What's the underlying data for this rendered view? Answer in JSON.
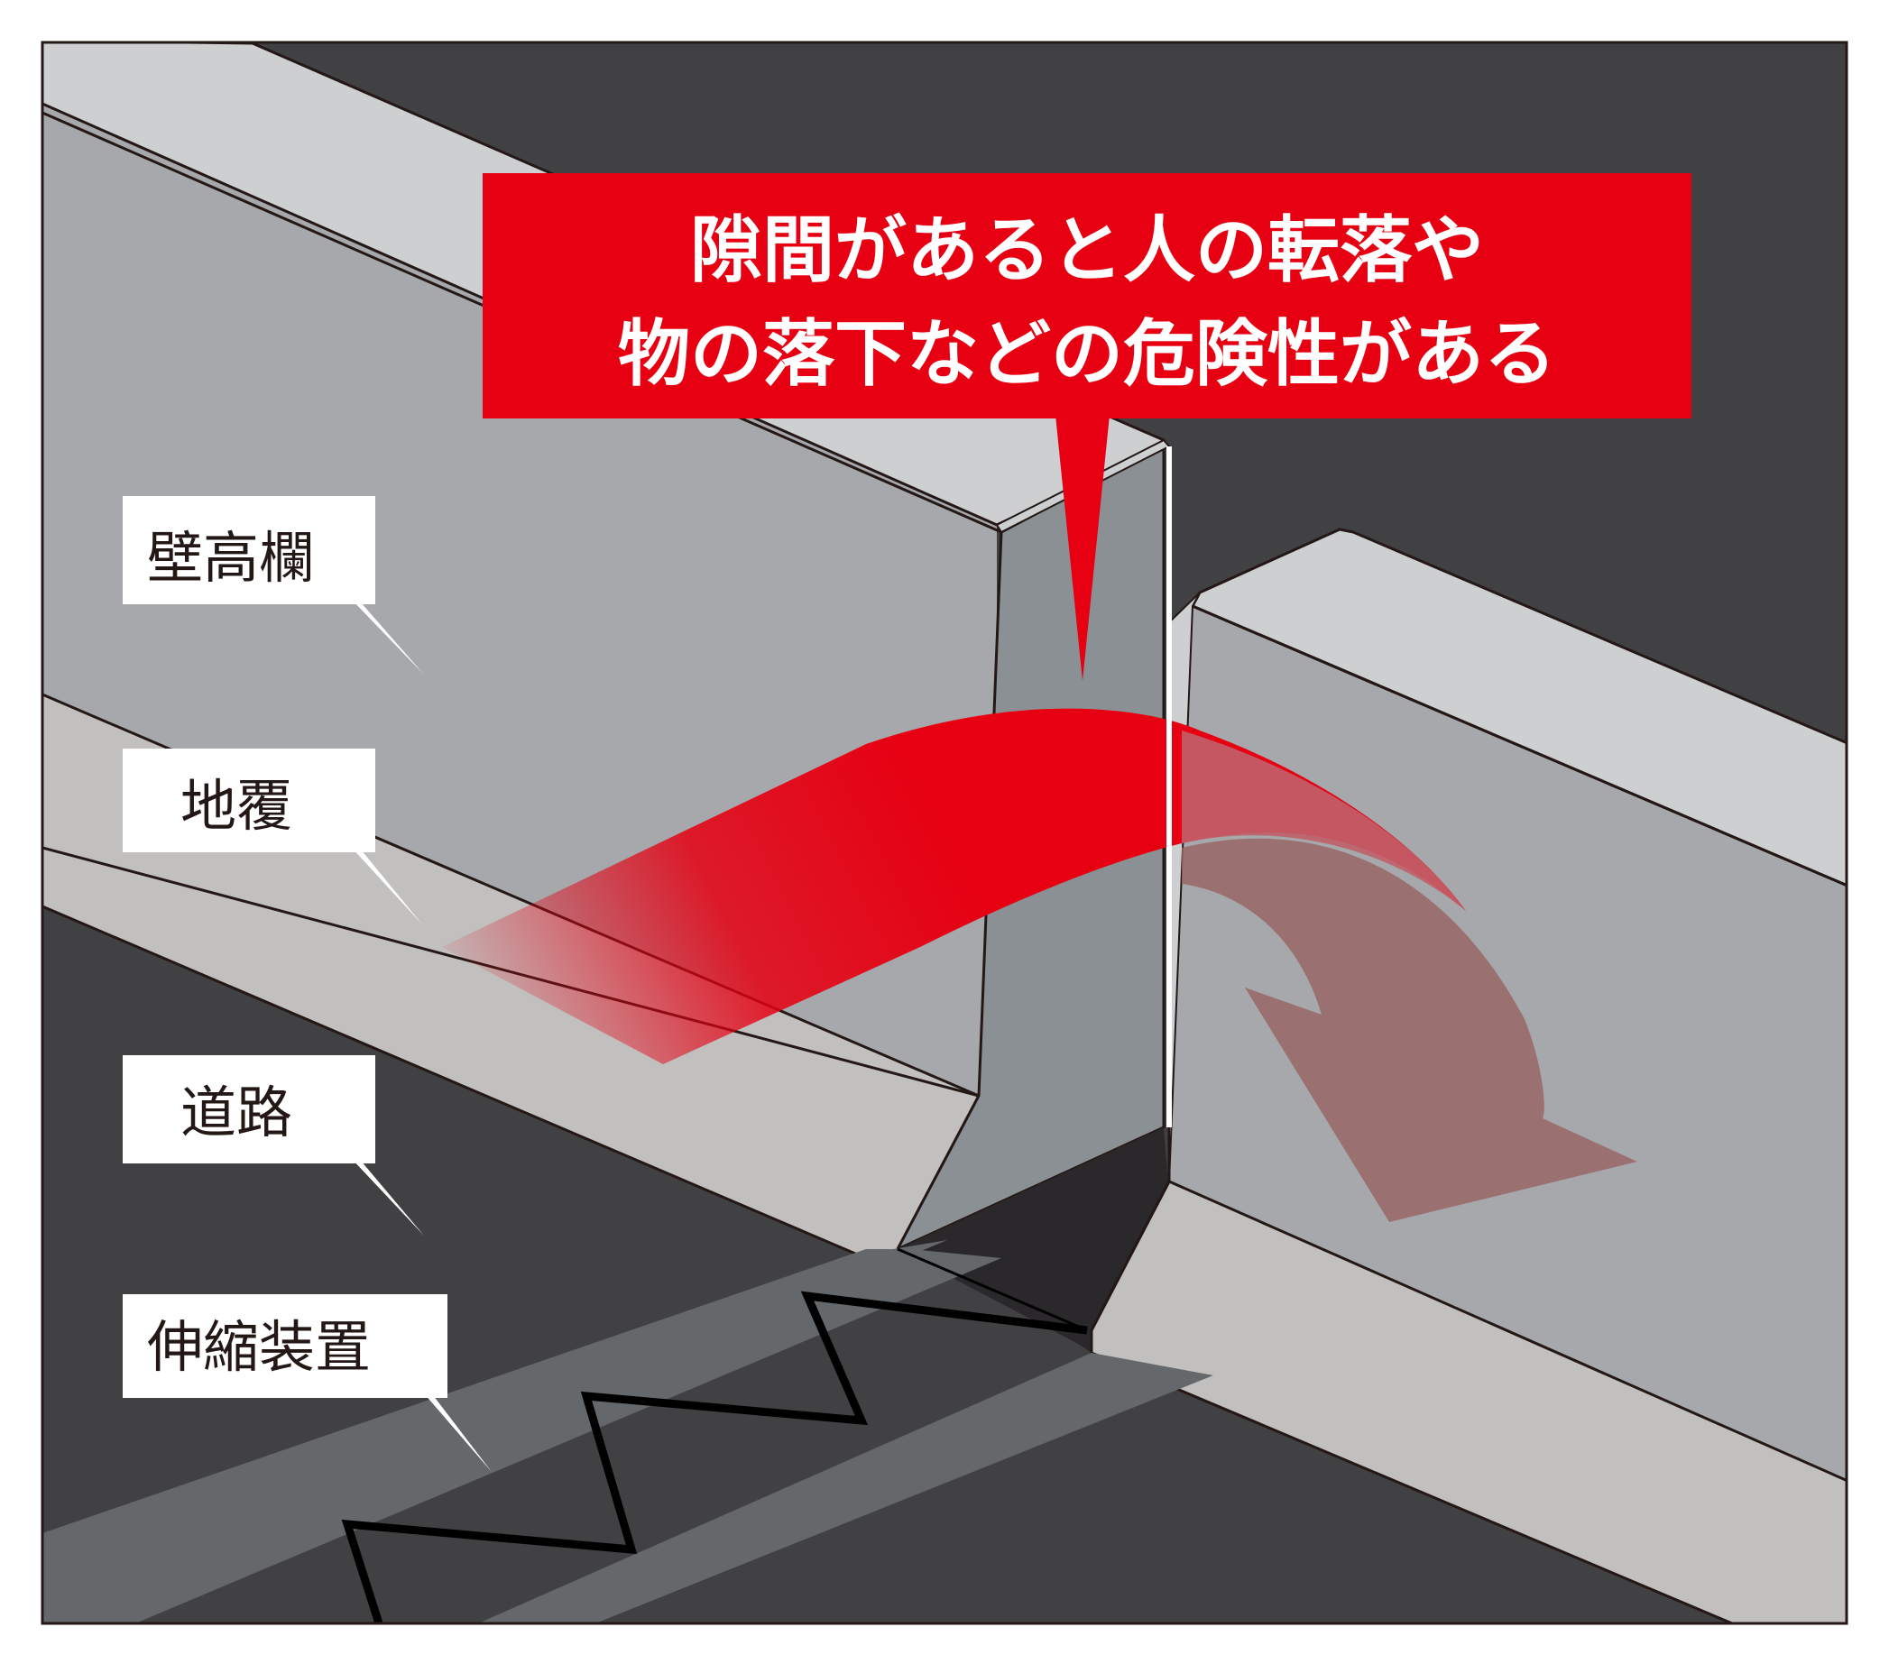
{
  "callout": {
    "line1": "隙間があると人の転落や",
    "line2": "物の落下などの危険性がある",
    "color": "#e60012"
  },
  "labels": {
    "parapet": "壁高欄",
    "curb": "地覆",
    "road": "道路",
    "expansion_joint": "伸縮装置"
  },
  "colors": {
    "wall_face": "#a6a8ab",
    "wall_top": "#cdcfd1",
    "wall_end": "#8b9094",
    "curb": "#c1c0bf",
    "road": "#414143",
    "joint_plate": "#64686b",
    "gap_dark": "#2a282a",
    "arrow_red": "#e60012",
    "arrow_faded": "#996666"
  }
}
